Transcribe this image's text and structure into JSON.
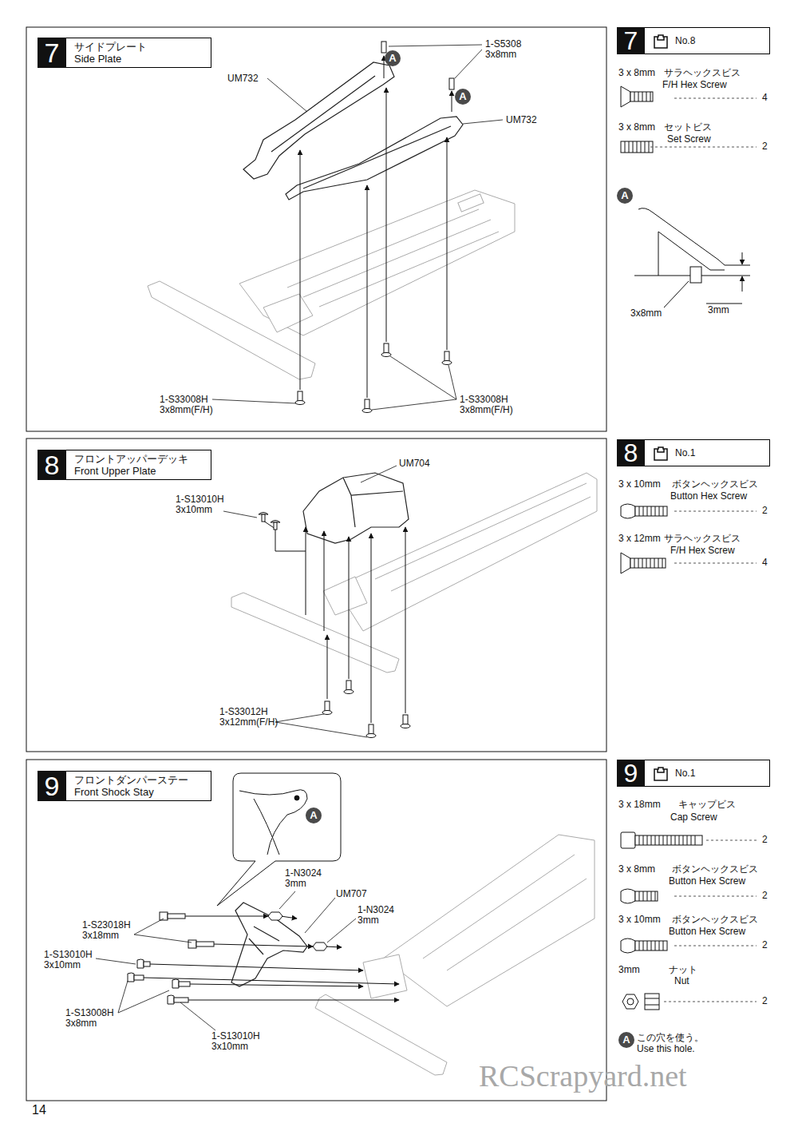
{
  "diagram": {
    "nodes": [
      {
        "text": [
          "7",
          "サイドプレート",
          "Side Plate"
        ]
      },
      {
        "text": [
          "A"
        ]
      },
      {
        "text": [
          "A"
        ]
      },
      {
        "text": [
          "7",
          "No.8"
        ]
      },
      {
        "text": [
          "A"
        ]
      },
      {
        "text": [
          "8",
          "フロントアッパーデッキ",
          "Front Upper Plate"
        ]
      },
      {
        "text": [
          "8",
          "No.1"
        ]
      },
      {
        "text": [
          "9",
          "フロントダンパーステー",
          "Front Shock Stay"
        ]
      },
      {
        "text": [
          "A"
        ]
      },
      {
        "text": [
          "9",
          "No.1"
        ]
      },
      {
        "text": [
          "A"
        ]
      }
    ],
    "labels": [
      "UM732",
      "1-S5308",
      "3x8mm",
      "UM732",
      "1-S33008H",
      "3x8mm(F/H)",
      "1-S33008H",
      "3x8mm(F/H)",
      "3 x 8mm",
      "サラヘックスビス",
      "F/H Hex Screw",
      "4",
      "3 x 8mm",
      "セットビス",
      "Set Screw",
      "2",
      "3x8mm",
      "3mm",
      "UM704",
      "1-S13010H",
      "3x10mm",
      "1-S33012H",
      "3x12mm(F/H)",
      "3 x 10mm",
      "ボタンヘックスビス",
      "Button Hex Screw",
      "2",
      "3 x 12mm",
      "サラヘックスビス",
      "F/H Hex Screw",
      "4",
      "1-N3024",
      "3mm",
      "UM707",
      "1-N3024",
      "3mm",
      "1-S23018H",
      "3x18mm",
      "1-S13010H",
      "3x10mm",
      "1-S13008H",
      "3x8mm",
      "1-S13010H",
      "3x10mm",
      "3 x 18mm",
      "キャップビス",
      "Cap Screw",
      "2",
      "3 x 8mm",
      "ボタンヘックスビス",
      "Button Hex Screw",
      "2",
      "3 x 10mm",
      "ボタンヘックスビス",
      "Button Hex Screw",
      "2",
      "3mm",
      "ナット",
      "Nut",
      "2",
      "この穴を使う。",
      "Use this hole.",
      "14",
      "RCScrapyard.net"
    ]
  }
}
